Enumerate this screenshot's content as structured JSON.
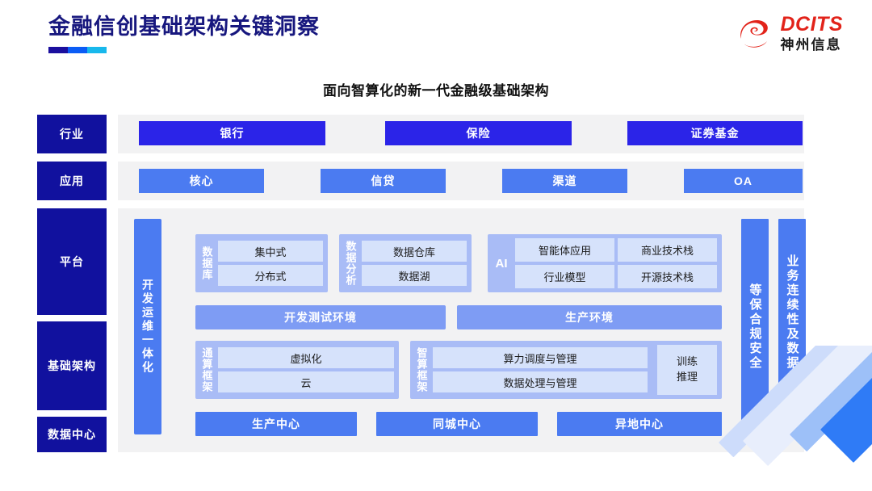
{
  "header": {
    "title": "金融信创基础架构关键洞察",
    "rule_colors": [
      "#1b0f9e",
      "#0b5cf5",
      "#18b8ec"
    ],
    "logo": {
      "mark": "dcits-swoosh-logo",
      "en": "DCITS",
      "cn": "神州信息",
      "red": "#e2231a"
    }
  },
  "subtitle": "面向智算化的新一代金融级基础架构",
  "colors": {
    "label_navy": "#11119e",
    "industry_blue": "#2b24e8",
    "app_blue": "#4b7bf1",
    "group_blue": "#a9bcf6",
    "inner_blue": "#d6e2fb",
    "bar_blue": "#7e9cf4",
    "panel_gray": "#f2f2f3"
  },
  "layers": [
    {
      "key": "industry",
      "label": "行业"
    },
    {
      "key": "application",
      "label": "应用"
    },
    {
      "key": "platform",
      "label": "平台"
    },
    {
      "key": "infrastructure",
      "label": "基础架构"
    },
    {
      "key": "datacenter",
      "label": "数据中心"
    }
  ],
  "industry_row": {
    "items": [
      "银行",
      "保险",
      "证券基金"
    ]
  },
  "application_row": {
    "items": [
      "核心",
      "信贷",
      "渠道",
      "OA"
    ]
  },
  "devops_rail": {
    "label": "开发运维一体化"
  },
  "platform": {
    "database": {
      "label": "数据库",
      "items": [
        "集中式",
        "分布式"
      ]
    },
    "analytics": {
      "label": "数据分析",
      "items": [
        "数据仓库",
        "数据湖"
      ]
    },
    "ai": {
      "label": "AI",
      "items": [
        "智能体应用",
        "商业技术栈",
        "行业模型",
        "开源技术栈"
      ]
    },
    "environments": [
      "开发测试环境",
      "生产环境"
    ]
  },
  "infrastructure": {
    "general_compute": {
      "label": "通算框架",
      "items": [
        "虚拟化",
        "云"
      ]
    },
    "intelligent_compute": {
      "label": "智算框架",
      "items": [
        "算力调度与管理",
        "数据处理与管理"
      ]
    },
    "train_infer": {
      "lines": [
        "训练",
        "推理"
      ]
    }
  },
  "datacenter_row": {
    "items": [
      "生产中心",
      "同城中心",
      "异地中心"
    ]
  },
  "side_rails": [
    {
      "label": "等保合规安全"
    },
    {
      "label": "业务连续性及数据保护"
    }
  ],
  "decoration": {
    "name": "corner-diagonal-stripes",
    "stripes": [
      "#cddcfb",
      "#e8eefc",
      "#9dc0f8",
      "#2f7bf6",
      "#bcd3fb"
    ]
  }
}
